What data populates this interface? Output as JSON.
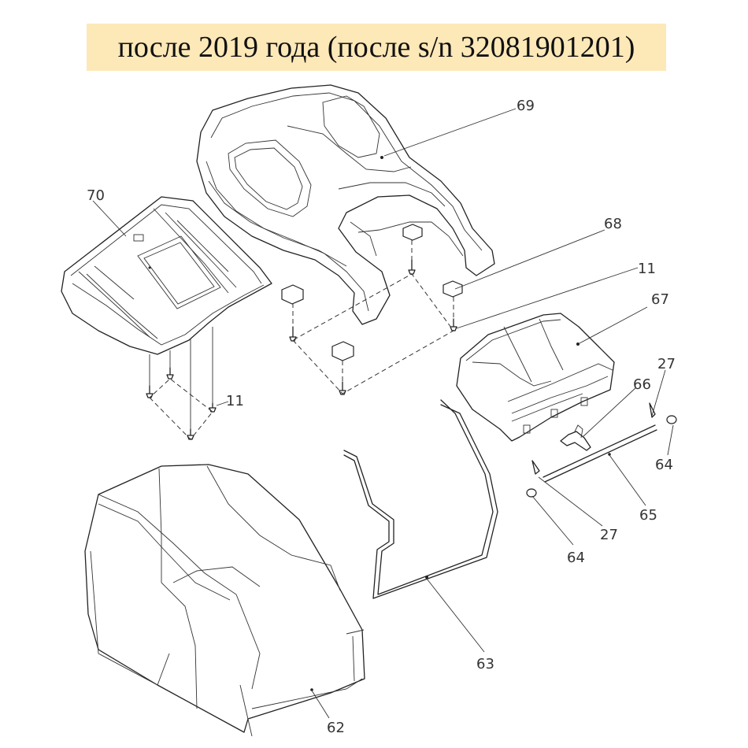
{
  "title": "после 2019 года (после s/n 32081901201)",
  "labels": {
    "l69": "69",
    "l70": "70",
    "l68": "68",
    "l11a": "11",
    "l11b": "11",
    "l67": "67",
    "l27a": "27",
    "l66": "66",
    "l64a": "64",
    "l65": "65",
    "l27b": "27",
    "l64b": "64",
    "l63": "63",
    "l62": "62"
  }
}
